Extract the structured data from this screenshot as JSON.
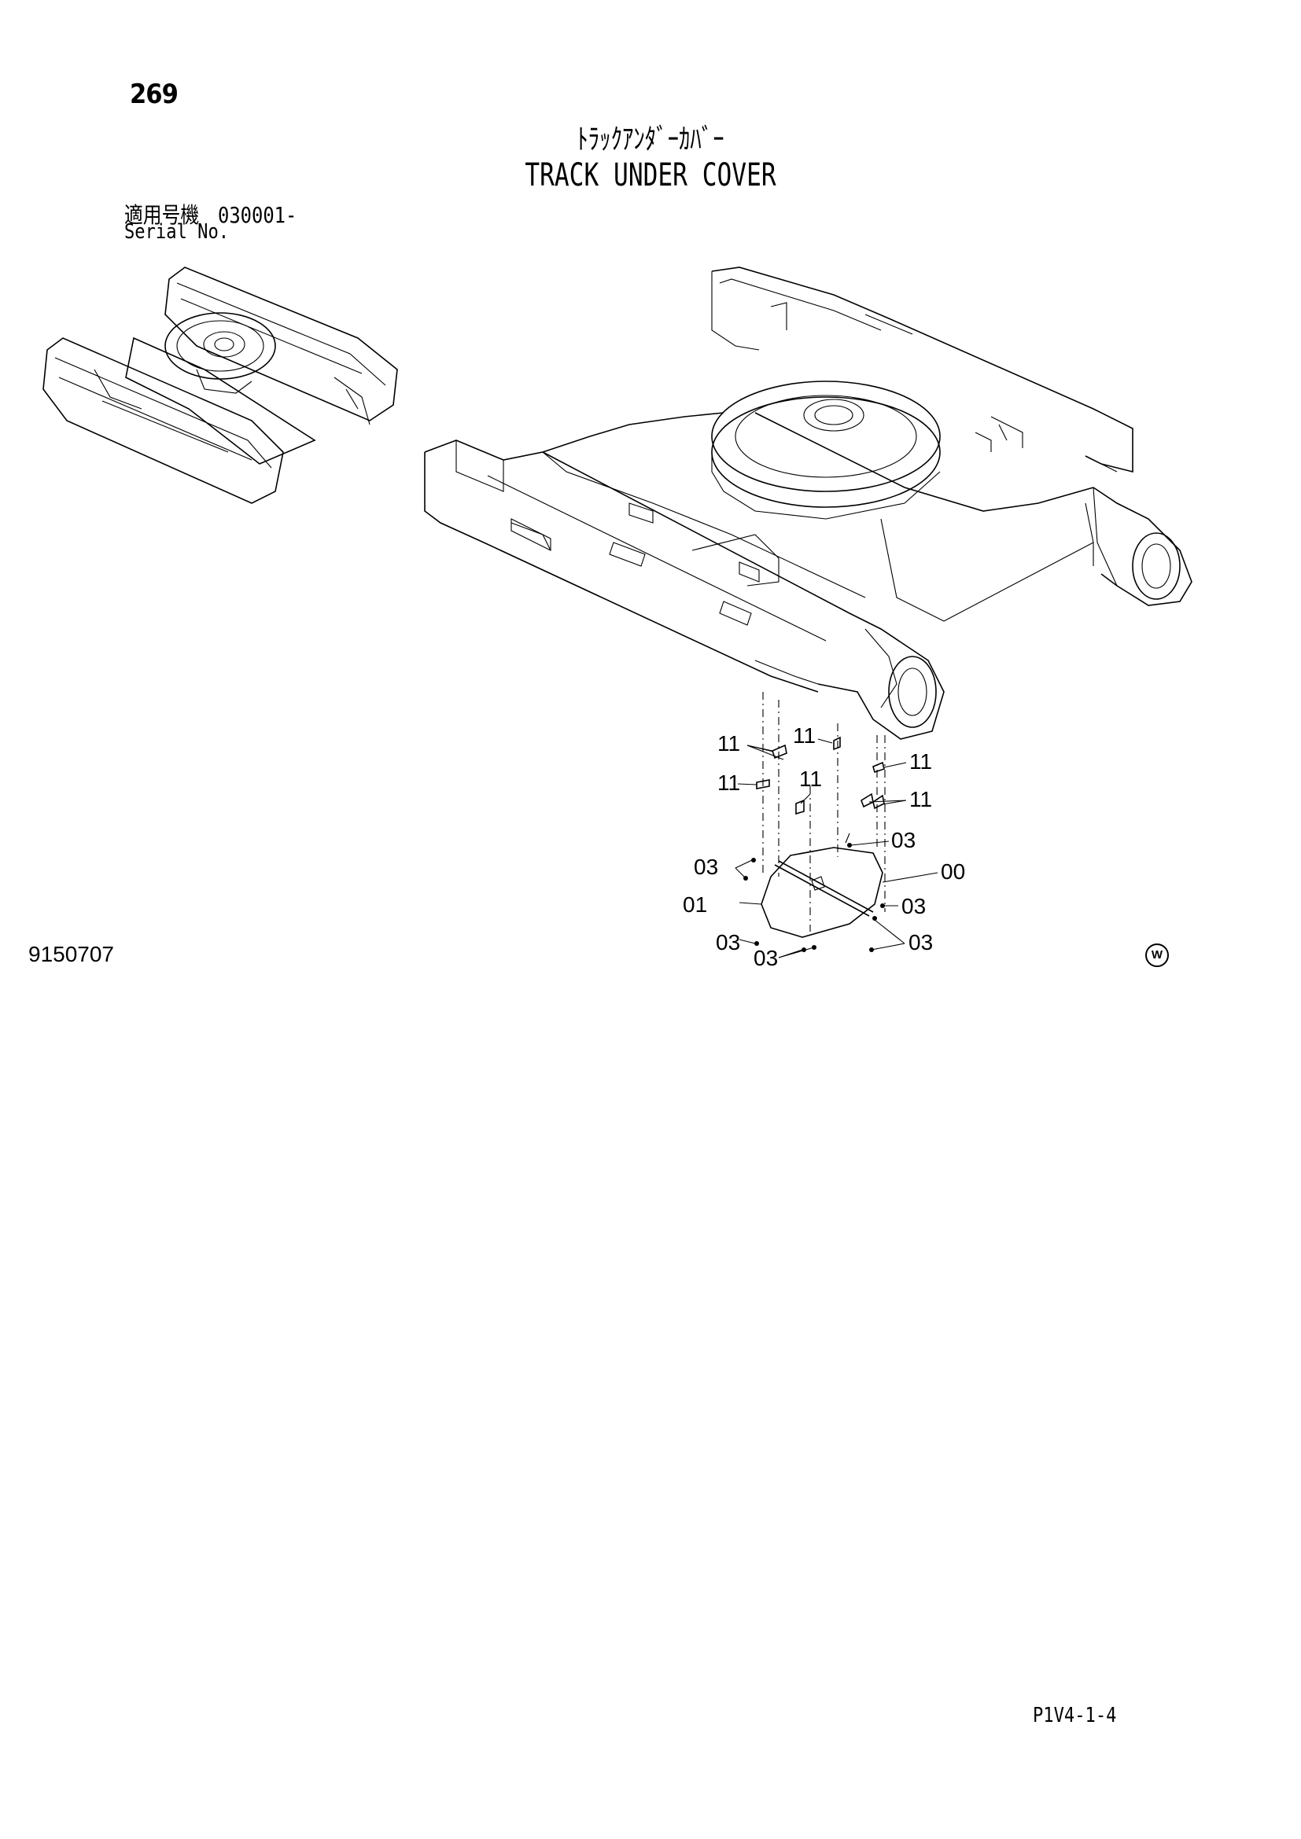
{
  "header": {
    "page_number": "269",
    "title_jp": "ﾄﾗｯｸｱﾝﾀﾞｰｶﾊﾞｰ",
    "title_en": "TRACK UNDER COVER",
    "serial_jp": "適用号機　030001-",
    "serial_en": "Serial No."
  },
  "footer": {
    "drawing_number": "9150707",
    "mark": "W",
    "page_code": "P1V4-1-4"
  },
  "callouts": {
    "c11_a": "11",
    "c11_b": "11",
    "c11_c": "11",
    "c11_d": "11",
    "c11_e": "11",
    "c11_f": "11",
    "c03_a": "03",
    "c03_b": "03",
    "c03_c": "03",
    "c03_d": "03",
    "c03_e": "03",
    "c03_f": "03",
    "c00": "00",
    "c01": "01"
  }
}
